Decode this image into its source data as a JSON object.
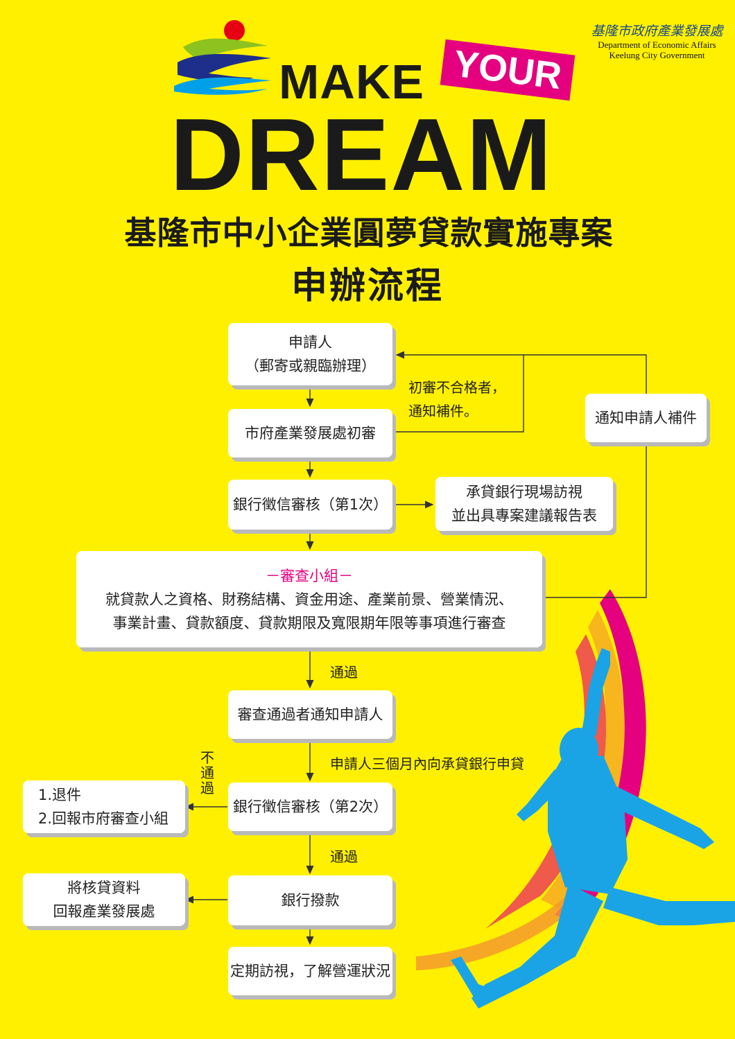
{
  "header": {
    "dept_cn": "基隆市政府產業發展處",
    "dept_en_line1": "Department of Economic Affairs",
    "dept_en_line2": "Keelung City Government",
    "logo": "keelung-city-logo"
  },
  "slogan": {
    "make": "MAKE",
    "your": "YOUR",
    "dream": "DREAM"
  },
  "title": {
    "line1": "基隆市中小企業圓夢貸款實施專案",
    "line2": "申辦流程"
  },
  "flow": {
    "applicant_line1": "申請人",
    "applicant_line2": "（郵寄或親臨辦理）",
    "initial_review": "市府產業發展處初審",
    "fail_note_line1": "初審不合格者，",
    "fail_note_line2": "通知補件。",
    "notify_supplement": "通知申請人補件",
    "bank_review_1": "銀行徵信審核（第1次）",
    "site_visit_line1": "承貸銀行現場訪視",
    "site_visit_line2": "並出具專案建議報告表",
    "committee_title": "－審查小組－",
    "committee_line1": "就貸款人之資格、財務結構、資金用途、產業前景、營業情況、",
    "committee_line2": "事業計畫、貸款額度、貸款期限及寬限期年限等事項進行審查",
    "pass_1": "通過",
    "notify_passed": "審查通過者通知申請人",
    "apply_bank_note": "申請人三個月內向承貸銀行申貸",
    "not_pass": "不通過",
    "reject_1": "1.退件",
    "reject_2": "2.回報市府審查小組",
    "bank_review_2": "銀行徵信審核（第2次）",
    "pass_2": "通過",
    "report_line1": "將核貸資料",
    "report_line2": "回報產業發展處",
    "disbursement": "銀行撥款",
    "regular_visit": "定期訪視，了解營運狀況"
  },
  "colors": {
    "background": "#fff000",
    "accent": "#e4007f",
    "silhouette": "#1aa4e6",
    "text": "#1a1a1a"
  }
}
